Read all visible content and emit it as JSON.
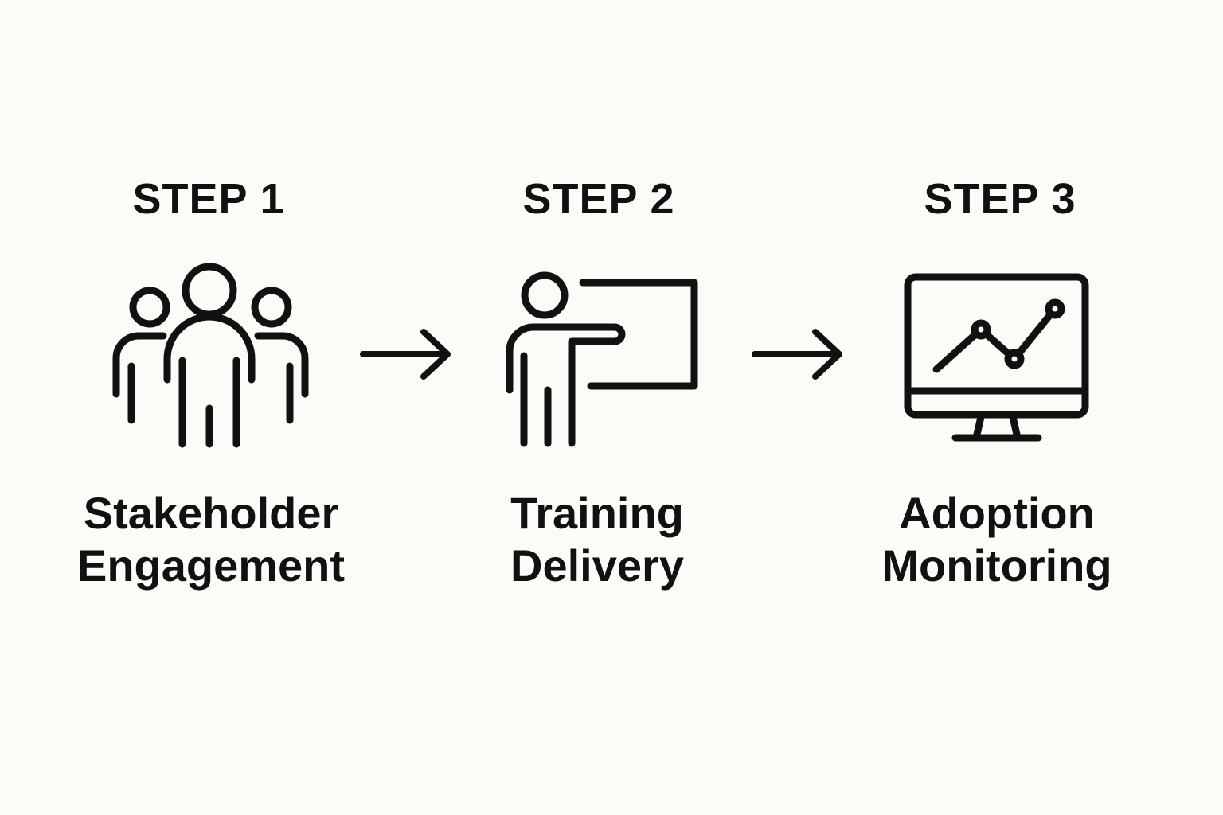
{
  "colors": {
    "background": "#fcfbf7",
    "ink": "#111111"
  },
  "steps": [
    {
      "label": "STEP 1",
      "title_line1": "Stakeholder",
      "title_line2": "Engagement",
      "icon": "group-of-people-icon"
    },
    {
      "label": "STEP 2",
      "title_line1": "Training",
      "title_line2": "Delivery",
      "icon": "presenter-at-board-icon"
    },
    {
      "label": "STEP 3",
      "title_line1": "Adoption",
      "title_line2": "Monitoring",
      "icon": "monitor-line-chart-icon"
    }
  ],
  "connectors": [
    {
      "icon": "right-arrow-icon"
    },
    {
      "icon": "right-arrow-icon"
    }
  ]
}
